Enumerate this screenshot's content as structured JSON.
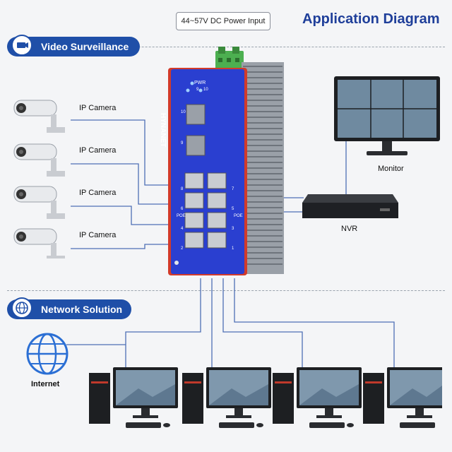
{
  "header": {
    "title": "Application Diagram"
  },
  "power": {
    "label": "44~57V DC Power Input"
  },
  "sections": {
    "video": {
      "label": "Video Surveillance",
      "icon": "camera-icon"
    },
    "network": {
      "label": "Network Solution",
      "icon": "globe-icon"
    }
  },
  "cameras": [
    {
      "label": "IP Camera"
    },
    {
      "label": "IP Camera"
    },
    {
      "label": "IP Camera"
    },
    {
      "label": "IP Camera"
    }
  ],
  "devices": {
    "monitor": {
      "label": "Monitor"
    },
    "nvr": {
      "label": "NVR"
    },
    "internet": {
      "label": "Internet"
    }
  },
  "switch": {
    "brand": "HYNANET",
    "pwr_label": "PWR",
    "led_labels": [
      "9",
      "10"
    ],
    "sfp_ports": [
      "10",
      "9"
    ],
    "poe_label": "POE",
    "left_port_numbers": [
      "8",
      "6",
      "4",
      "2"
    ],
    "right_port_numbers": [
      "7",
      "5",
      "3",
      "1"
    ]
  },
  "computers_count_note": "",
  "colors": {
    "accent": "#1f4fa8",
    "title": "#1f3f9a",
    "switch_blue": "#2a3fd0",
    "switch_red": "#d23a2a",
    "line": "#4d6fb5",
    "power_green": "#4caf50"
  }
}
